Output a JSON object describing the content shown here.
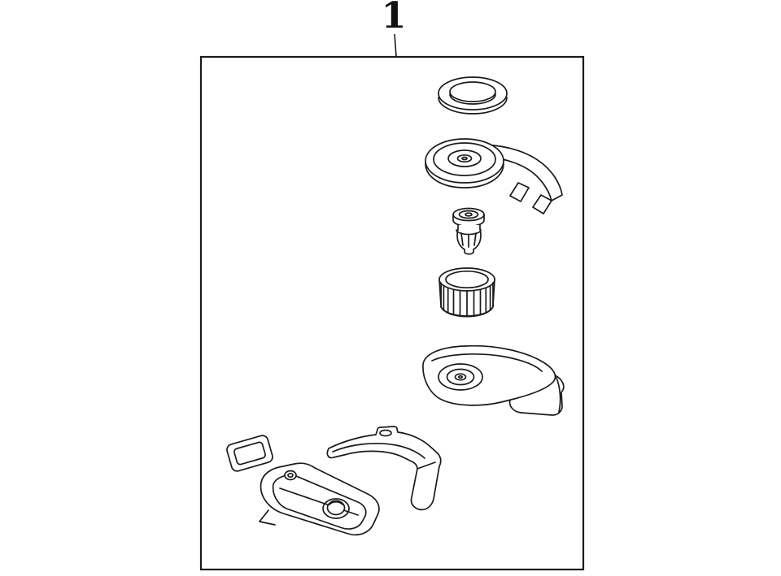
{
  "figure": {
    "callout_label": "1"
  },
  "canvas": {
    "background_color": "#ffffff",
    "line_color": "#1a1a1a"
  },
  "parts": [
    {
      "name": "seal-ring",
      "description": "gasket-seal-ring-icon"
    },
    {
      "name": "blower-motor",
      "description": "blower-motor-with-mount-bracket-icon"
    },
    {
      "name": "motor-coupling",
      "description": "motor-shaft-coupling-icon"
    },
    {
      "name": "blower-wheel",
      "description": "squirrel-cage-fan-wheel-icon"
    },
    {
      "name": "scroll-housing",
      "description": "blower-scroll-housing-icon"
    },
    {
      "name": "grommet",
      "description": "rectangular-grommet-icon"
    },
    {
      "name": "duct-bracket",
      "description": "duct-bracket-icon"
    },
    {
      "name": "lower-housing",
      "description": "lower-housing-shell-icon"
    }
  ]
}
